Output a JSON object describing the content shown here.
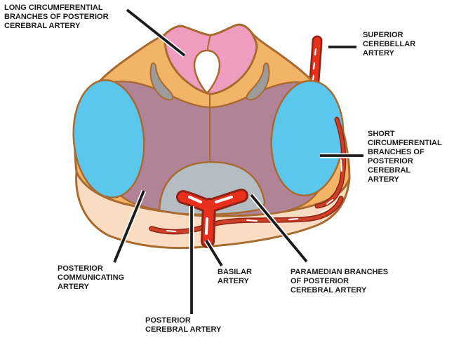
{
  "figure": {
    "type": "anatomical-cross-section",
    "subject": "Midbrain cross-section showing arterial supply territories",
    "background": "#FFFFFF"
  },
  "labels": {
    "long_circumferential": "LONG CIRCUMFERENTIAL\nBRANCHES OF POSTERIOR\nCEREBRAL ARTERY",
    "superior_cerebellar": "SUPERIOR\nCEREBELLAR\nARTERY",
    "short_circumferential": "SHORT\nCIRCUMFERENTIAL\nBRANCHES OF\nPOSTERIOR\nCEREBRAL\nARTERY",
    "posterior_communicating": "POSTERIOR\nCOMMUNICATING\nARTERY",
    "basilar": "BASILAR\nARTERY",
    "paramedian": "PARAMEDIAN BRANCHES\nOF POSTERIOR\nCEREBRAL ARTERY",
    "posterior_cerebral": "POSTERIOR\nCEREBRAL ARTERY"
  },
  "colors": {
    "tectum_pink": "#F09CC1",
    "upper_orange": "#F4B468",
    "tegmentum_mauve": "#B08396",
    "lateral_blue": "#5BC6EE",
    "gray_nucleus": "#9B9B9B",
    "central_gray": "#B5BDC4",
    "base_cream": "#F9DCC2",
    "outline_brown": "#A96A2F",
    "artery_red": "#E8301C",
    "artery_dark_outline": "#8E2415",
    "small_vessel_red": "#CE3F28",
    "aqueduct_white": "#FFFFFF",
    "leader_black": "#1B1B1B",
    "text_black": "#1B1B1B"
  }
}
